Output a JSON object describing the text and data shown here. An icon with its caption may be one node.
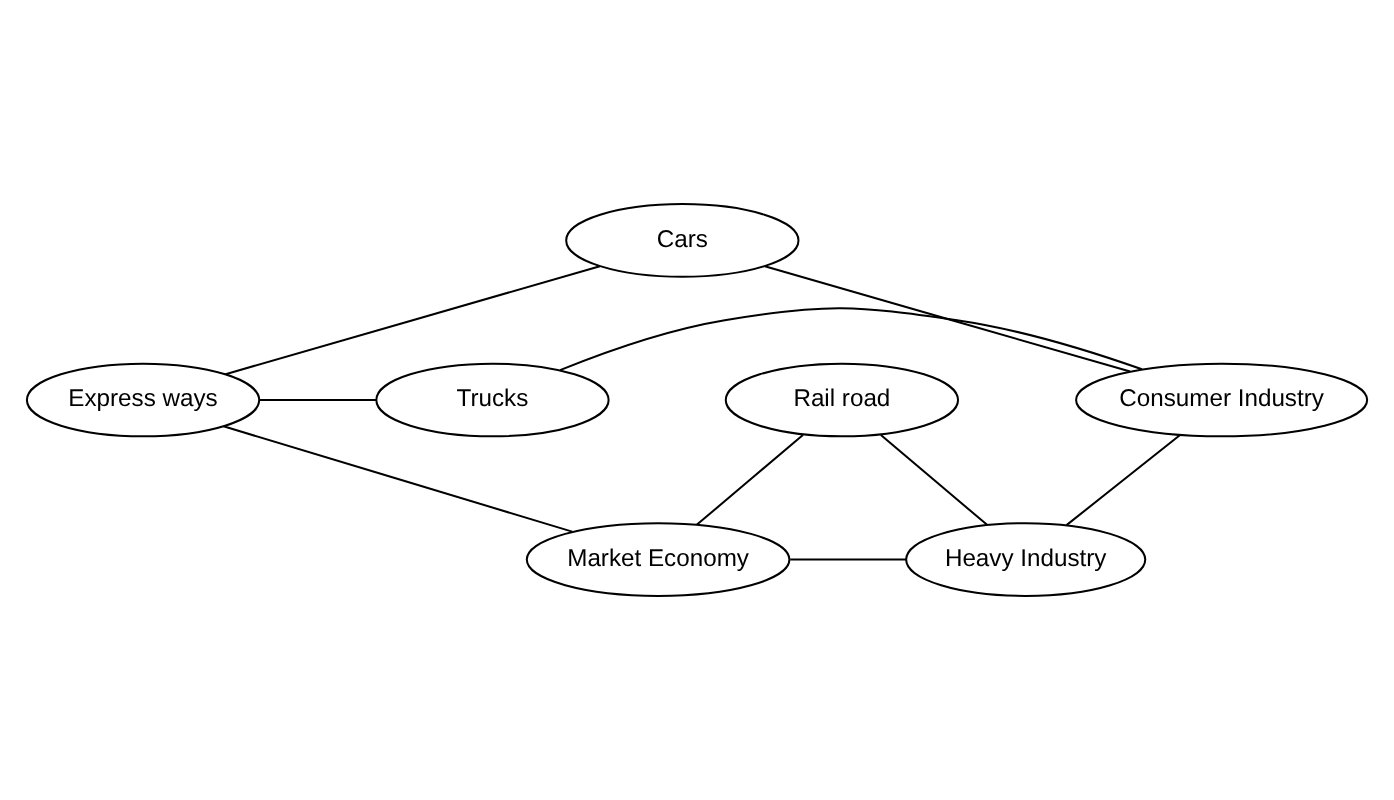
{
  "diagram": {
    "nodes": [
      {
        "text": [
          "Cars"
        ]
      },
      {
        "text": [
          "Express ways"
        ]
      },
      {
        "text": [
          "Trucks"
        ]
      },
      {
        "text": [
          "Consumer Industry"
        ]
      },
      {
        "text": [
          "Rail road"
        ]
      },
      {
        "text": [
          "Market Economy"
        ]
      },
      {
        "text": [
          "Heavy Industry"
        ]
      }
    ],
    "edges": [
      {
        "from": 0,
        "to": 1,
        "arrow": "none"
      },
      {
        "from": 0,
        "to": 3,
        "arrow": "none"
      },
      {
        "from": 1,
        "to": 2,
        "arrow": "none"
      },
      {
        "from": 2,
        "to": 3,
        "arrow": "none"
      },
      {
        "from": 1,
        "to": 5,
        "arrow": "none"
      },
      {
        "from": 3,
        "to": 6,
        "arrow": "none"
      },
      {
        "from": 4,
        "to": 5,
        "arrow": "none"
      },
      {
        "from": 4,
        "to": 6,
        "arrow": "none"
      },
      {
        "from": 5,
        "to": 6,
        "arrow": "none"
      }
    ]
  }
}
